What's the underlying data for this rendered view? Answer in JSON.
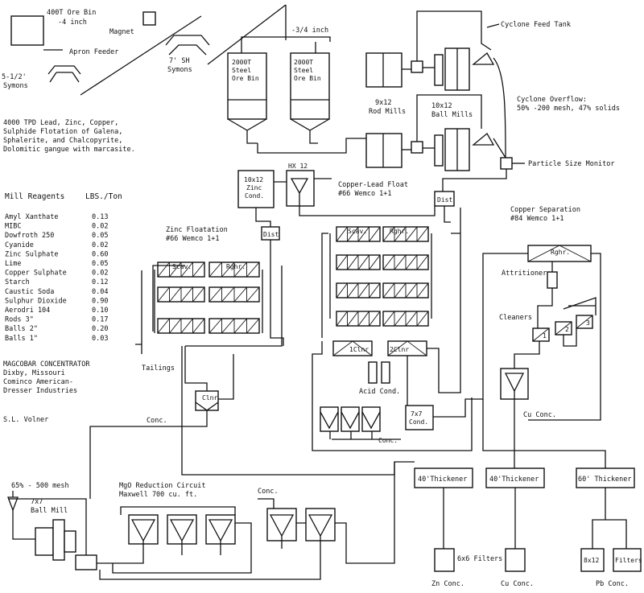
{
  "top_left": {
    "ore_bin": "400T Ore Bin",
    "inch_size": "-4 inch",
    "magnet": "Magnet",
    "apron_feeder": "Apron Feeder",
    "symons_small": [
      "5-1/2'",
      "Symons"
    ],
    "symons_sh": [
      "7' SH",
      "Symons"
    ],
    "minus_three_quarter": "-3/4 inch"
  },
  "description": [
    "4000 TPD Lead, Zinc, Copper,",
    "Sulphide Flotation of Galena,",
    "Sphalerite, and Chalcopyrite,",
    "Dolomitic gangue with marcasite."
  ],
  "ore_bins": [
    [
      "2000T",
      "Steel",
      "Ore Bin"
    ],
    [
      "2000T",
      "Steel",
      "Ore Bin"
    ]
  ],
  "grinding": {
    "rod_mills": [
      "9x12",
      "Rod Mills"
    ],
    "ball_mills": [
      "10x12",
      "Ball Mills"
    ],
    "cyclone_feed": "Cyclone Feed Tank",
    "cyclone_overflow": [
      "Cyclone Overflow:",
      "50% -200 mesh,  47% solids"
    ],
    "psm": "Particle Size Monitor"
  },
  "reagents": {
    "title": "Mill Reagents",
    "unit": "LBS./Ton",
    "rows": [
      [
        "Amyl Xanthate",
        "0.13"
      ],
      [
        "MIBC",
        "0.02"
      ],
      [
        "Dowfroth 250",
        "0.05"
      ],
      [
        "Cyanide",
        "0.02"
      ],
      [
        "Zinc Sulphate",
        "0.60"
      ],
      [
        "Lime",
        "0.05"
      ],
      [
        "Copper Sulphate",
        "0.02"
      ],
      [
        "Starch",
        "0.12"
      ],
      [
        "Caustic Soda",
        "0.04"
      ],
      [
        "Sulphur Dioxide",
        "0.90"
      ],
      [
        "Aerodri 104",
        "0.10"
      ],
      [
        "Rods 3\"",
        "0.17"
      ],
      [
        "Balls 2\"",
        "0.20"
      ],
      [
        "Balls 1\"",
        "0.03"
      ]
    ]
  },
  "credits": {
    "title": "MAGCOBAR CONCENTRATOR",
    "lines": [
      "Dixby, Missouri",
      "Cominco American-",
      "Dresser Industries"
    ],
    "author": "S.L. Volner"
  },
  "zinc": {
    "cond": [
      "10x12",
      "Zinc",
      "Cond."
    ],
    "title": [
      "Zinc Floatation",
      "#66 Wemco 1+1"
    ],
    "dist": "Dist",
    "scav": "Scav.",
    "rghr": "Rghr.",
    "tailings": "Tailings",
    "clnr": "Clnr",
    "conc": "Conc."
  },
  "copper_lead": {
    "hx": "HX 12",
    "title": [
      "Copper-Lead Float",
      "#66 Wemco 1+1"
    ],
    "dist": "Dist",
    "scav": "Scav.",
    "rghr": "Rghr.",
    "clnr1": "1Clnr",
    "clnr2": "2Clnr",
    "acid": "Acid Cond.",
    "cond": [
      "7x7",
      "Cond."
    ],
    "conc": "Conc."
  },
  "copper_sep": {
    "title": [
      "Copper Separation",
      "#84 Wemco 1+1"
    ],
    "rghr": "Rghr.",
    "attritioner": "Attritioner",
    "cleaners": "Cleaners",
    "cells": [
      "1",
      "2",
      "3"
    ],
    "cu_conc": "Cu Conc."
  },
  "mgo": {
    "mesh": "65% - 500 mesh",
    "ball_mill": [
      "7x7",
      "Ball Mill"
    ],
    "title": [
      "MgO Reduction Circuit",
      "Maxwell 700 cu. ft."
    ],
    "conc": "Conc."
  },
  "thickeners": {
    "labels": [
      "40'Thickener",
      "40'Thickener",
      "60' Thickener"
    ],
    "filters": "6x6 Filters",
    "box_8x12": "8x12",
    "filters_box": "Filters",
    "products": [
      "Zn Conc.",
      "Cu Conc.",
      "Pb Conc."
    ]
  }
}
